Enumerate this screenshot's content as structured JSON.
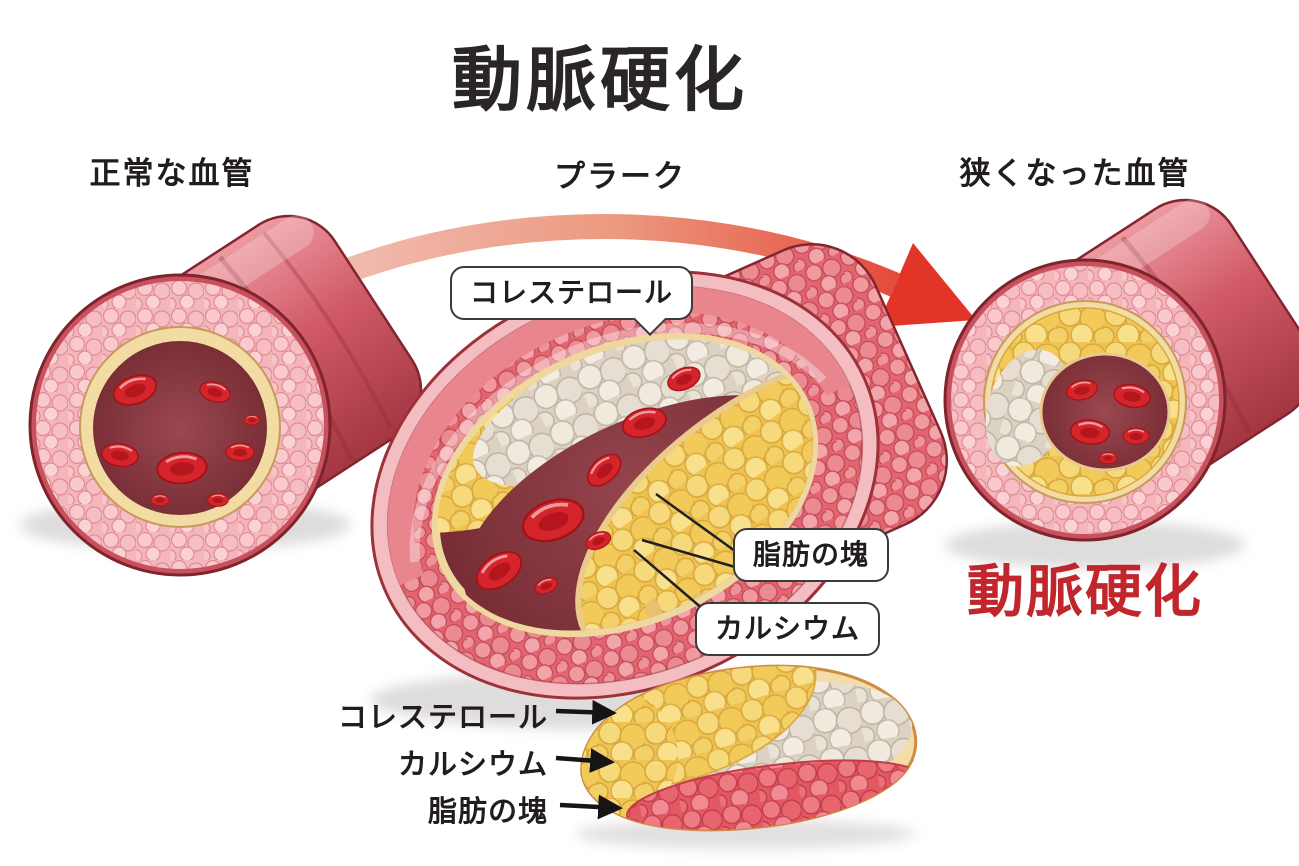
{
  "title": "動脈硬化",
  "stage_labels": {
    "normal": "正常な血管",
    "plaque": "プラーク",
    "narrowed": "狭くなった血管"
  },
  "callouts": {
    "cholesterol": "コレステロール",
    "fat_mass": "脂肪の塊",
    "calcium": "カルシウム"
  },
  "result_label": "動脈硬化",
  "cross_section_labels": {
    "cholesterol": "コレステロール",
    "calcium": "カルシウム",
    "fat_mass": "脂肪の塊"
  },
  "colors": {
    "title_text": "#2a2526",
    "label_text": "#211d1e",
    "diagnosis_red": "#c0262b",
    "bubble_border": "#3a3a3a",
    "arrow_start": "#f3c7c1",
    "arrow_end": "#e23528",
    "vessel_wall": "#cf5662",
    "vessel_outline": "#82252e",
    "inner_pink": "#f4b6bb",
    "intima_cream": "#f3dca4",
    "lumen_dark": "#83363e",
    "rbc_red": "#d5252b",
    "plaque_yellow": "#f2c95c",
    "calcium_gray": "#e2dace",
    "fat_band_red": "#e4616c"
  }
}
